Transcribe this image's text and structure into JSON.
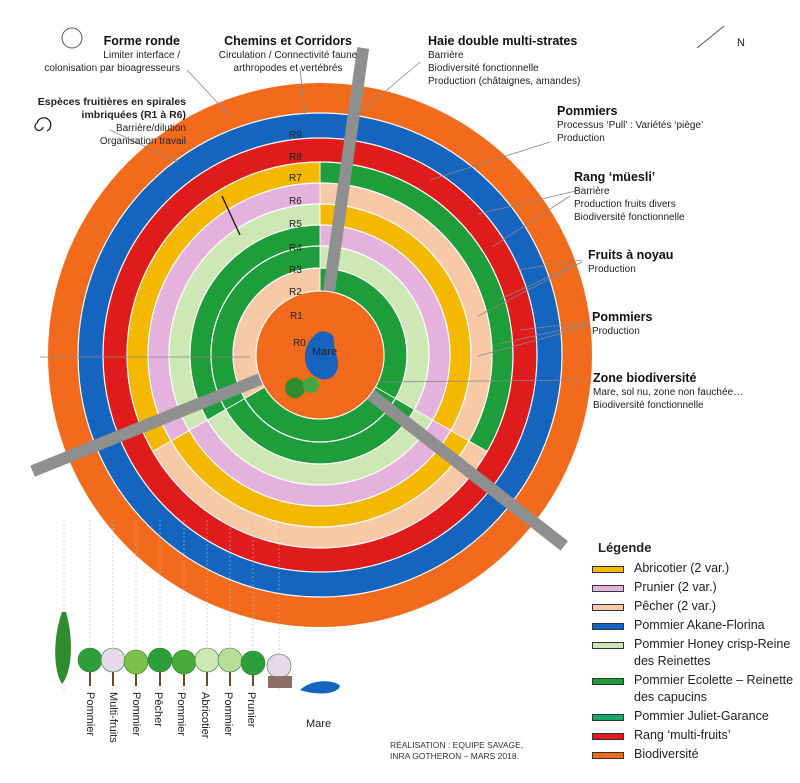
{
  "north_label": "N",
  "ring_labels": [
    "R0",
    "R1",
    "R2",
    "R3",
    "R4",
    "R5",
    "R6",
    "R7",
    "R8",
    "R9"
  ],
  "center_label": "Mare",
  "annotations": {
    "forme_ronde": {
      "title": "Forme ronde",
      "lines": [
        "Limiter interface /",
        "colonisation par bioagresseurs"
      ]
    },
    "especes": {
      "title_lines": [
        "Espèces fruitières en spirales",
        "imbriquées (R1 à R6)"
      ],
      "lines": [
        "Barrière/dilution",
        "Organisation travail"
      ]
    },
    "chemins": {
      "title": "Chemins et Corridors",
      "lines": [
        "Circulation / Connectivité faune",
        "arthropodes  et  vertébrés"
      ]
    },
    "haie": {
      "title": "Haie double multi-strates",
      "lines": [
        "Barrière",
        "Biodiversité fonctionnelle",
        "Production (châtaignes, amandes)"
      ]
    },
    "pommiers1": {
      "title": "Pommiers",
      "lines": [
        "Processus ‘Pull’ : Variétés ‘piège’",
        "Production"
      ]
    },
    "muesli": {
      "title": "Rang ‘müesli’",
      "lines": [
        "Barrière",
        "Production fruits divers",
        "Biodiversité fonctionnelle"
      ]
    },
    "noyau": {
      "title": "Fruits à noyau",
      "lines": [
        "Production"
      ]
    },
    "pommiers2": {
      "title": "Pommiers",
      "lines": [
        "Production"
      ]
    },
    "zone": {
      "title": "Zone biodiversité",
      "lines": [
        "Mare, sol nu, zone non fauchée…",
        "Biodiversité fonctionnelle"
      ]
    }
  },
  "legend": {
    "title": "Légende",
    "items": [
      {
        "color": "#f5b800",
        "label": "Abricotier (2 var.)"
      },
      {
        "color": "#e4b2dc",
        "label": "Prunier (2 var.)"
      },
      {
        "color": "#f8c9a6",
        "label": "Pêcher (2 var.)"
      },
      {
        "color": "#1565c0",
        "label": "Pommier Akane-Florina"
      },
      {
        "color": "#cde8b4",
        "label": "Pommier Honey crisp-Reine des Reinettes"
      },
      {
        "color": "#1e9e3a",
        "label": "Pommier Ecolette – Reinette des capucins"
      },
      {
        "color": "#17a868",
        "label": "Pommier Juliet-Garance"
      },
      {
        "color": "#e01b1b",
        "label": "Rang ‘multi-fruits’"
      },
      {
        "color": "#f26b1d",
        "label": "Biodiversité"
      }
    ]
  },
  "bottom_labels": [
    "Pommier",
    "Multi-fruits",
    "Pommier",
    "Pêcher",
    "Pommier",
    "Abricotier",
    "Pommier",
    "Prunier"
  ],
  "mare_label": "Mare",
  "credit_lines": [
    "RÉALISATION : EQUIPE SAVAGE,",
    "INRA GOTHERON – MARS 2018."
  ],
  "colors": {
    "orange": "#f26b1d",
    "blue": "#1565c0",
    "red": "#e01b1b",
    "pink": "#e4b2dc",
    "green": "#1e9e3a",
    "peach": "#f8c9a6",
    "lightgreen": "#cde8b4",
    "yellow": "#f5b800",
    "path": "#8f8f8f",
    "mare": "#1565c0"
  }
}
